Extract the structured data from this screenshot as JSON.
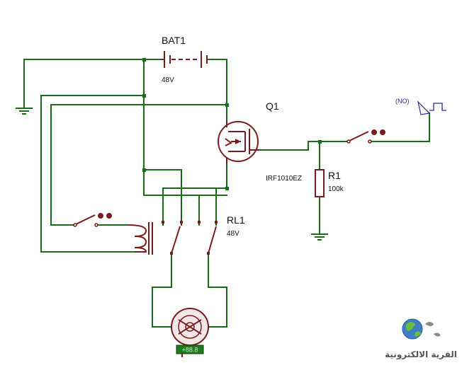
{
  "battery": {
    "ref": "BAT1",
    "value": "48V"
  },
  "mosfet": {
    "ref": "Q1",
    "part": "IRF1010EZ"
  },
  "resistor": {
    "ref": "R1",
    "value": "100k"
  },
  "relay": {
    "ref": "RL1",
    "value": "48V"
  },
  "generator": {
    "state": "(NO)"
  },
  "motor": {
    "readout": "+88.8"
  },
  "logo": {
    "text": "القرية الالكترونية"
  }
}
